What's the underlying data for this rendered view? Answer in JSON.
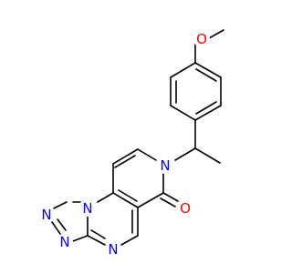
{
  "molecule": {
    "colors": {
      "bond": "#000000",
      "N": "#0000ff",
      "O": "#ff0000"
    },
    "atoms": {
      "O_methoxy": {
        "label": "O",
        "element": "O"
      },
      "N_pyridone": {
        "label": "N",
        "element": "N"
      },
      "O_carbonyl": {
        "label": "O",
        "element": "O"
      },
      "N_bridge": {
        "label": "N",
        "element": "N"
      },
      "N_triazole_top": {
        "label": "N",
        "element": "N"
      },
      "N_triazole_left": {
        "label": "N",
        "element": "N"
      },
      "N_pyrimidine": {
        "label": "N",
        "element": "N"
      }
    }
  }
}
